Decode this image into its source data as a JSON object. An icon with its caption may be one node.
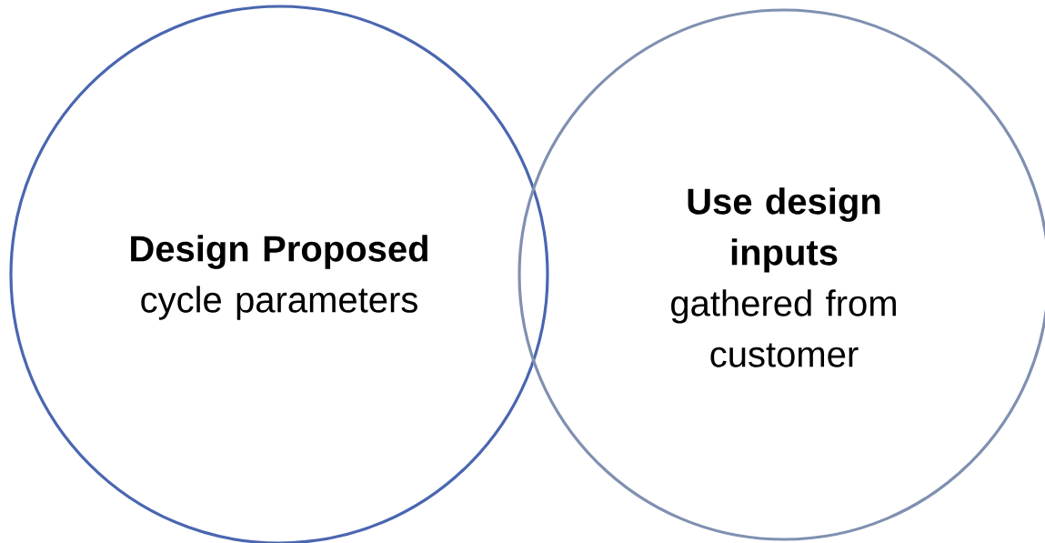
{
  "diagram": {
    "nodes": [
      {
        "text": [
          "**Design Proposed** cycle parameters"
        ]
      },
      {
        "text": [
          "Use design inputs",
          "gathered from customer"
        ]
      }
    ]
  }
}
